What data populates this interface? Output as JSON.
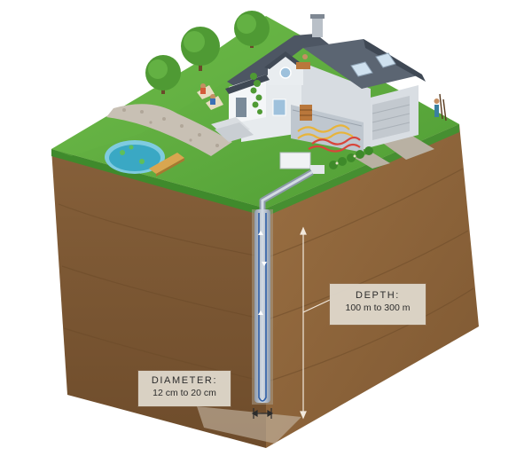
{
  "labels": {
    "depth": {
      "title": "DEPTH:",
      "value": "100 m to 300 m"
    },
    "diameter": {
      "title": "DIAMETER:",
      "value": "12 cm to 20 cm"
    }
  },
  "colors": {
    "grass_top": "#5daa3e",
    "soil_left": "#7a5632",
    "soil_right": "#8a6238",
    "house_roof": "#4d5663",
    "house_wall": "#e7ebee",
    "pond": "#3aa8c4",
    "borehole": "#b7c2cf",
    "callout_bg": "#ded6ca"
  },
  "icons": [
    "tree-icon",
    "house-icon",
    "pond-icon",
    "person-icon",
    "borehole-pipe-icon",
    "dimension-arrow-icon"
  ]
}
